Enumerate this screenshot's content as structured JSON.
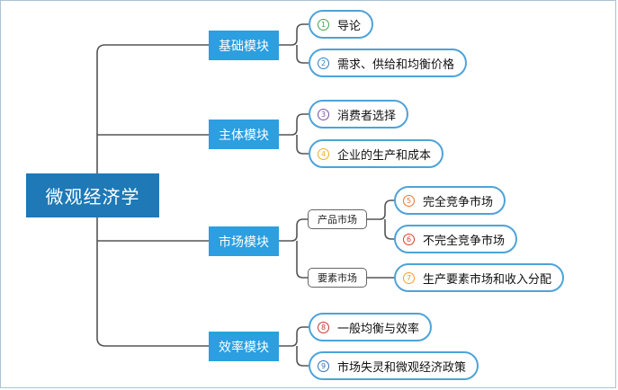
{
  "root": {
    "label": "微观经济学"
  },
  "modules": [
    {
      "label": "基础模块"
    },
    {
      "label": "主体模块"
    },
    {
      "label": "市场模块"
    },
    {
      "label": "效率模块"
    }
  ],
  "submodules": [
    {
      "label": "产品市场"
    },
    {
      "label": "要素市场"
    }
  ],
  "leaves": [
    {
      "num": "1",
      "label": "导论",
      "color": "#3aa84a"
    },
    {
      "num": "2",
      "label": "需求、供给和均衡价格",
      "color": "#2f7fc1"
    },
    {
      "num": "3",
      "label": "消费者选择",
      "color": "#7b4fa6"
    },
    {
      "num": "4",
      "label": "企业的生产和成本",
      "color": "#e8b01e"
    },
    {
      "num": "5",
      "label": "完全竞争市场",
      "color": "#e8772a"
    },
    {
      "num": "6",
      "label": "不完全竞争市场",
      "color": "#d9402a"
    },
    {
      "num": "7",
      "label": "生产要素市场和收入分配",
      "color": "#f0a020"
    },
    {
      "num": "8",
      "label": "一般均衡与效率",
      "color": "#c6392e"
    },
    {
      "num": "9",
      "label": "市场失灵和微观经济政策",
      "color": "#2f6fb5"
    }
  ],
  "colors": {
    "root": "#1e79b6",
    "module": "#2b9fe0",
    "leaf_border": "#4ea3d8",
    "line": "#555555"
  }
}
